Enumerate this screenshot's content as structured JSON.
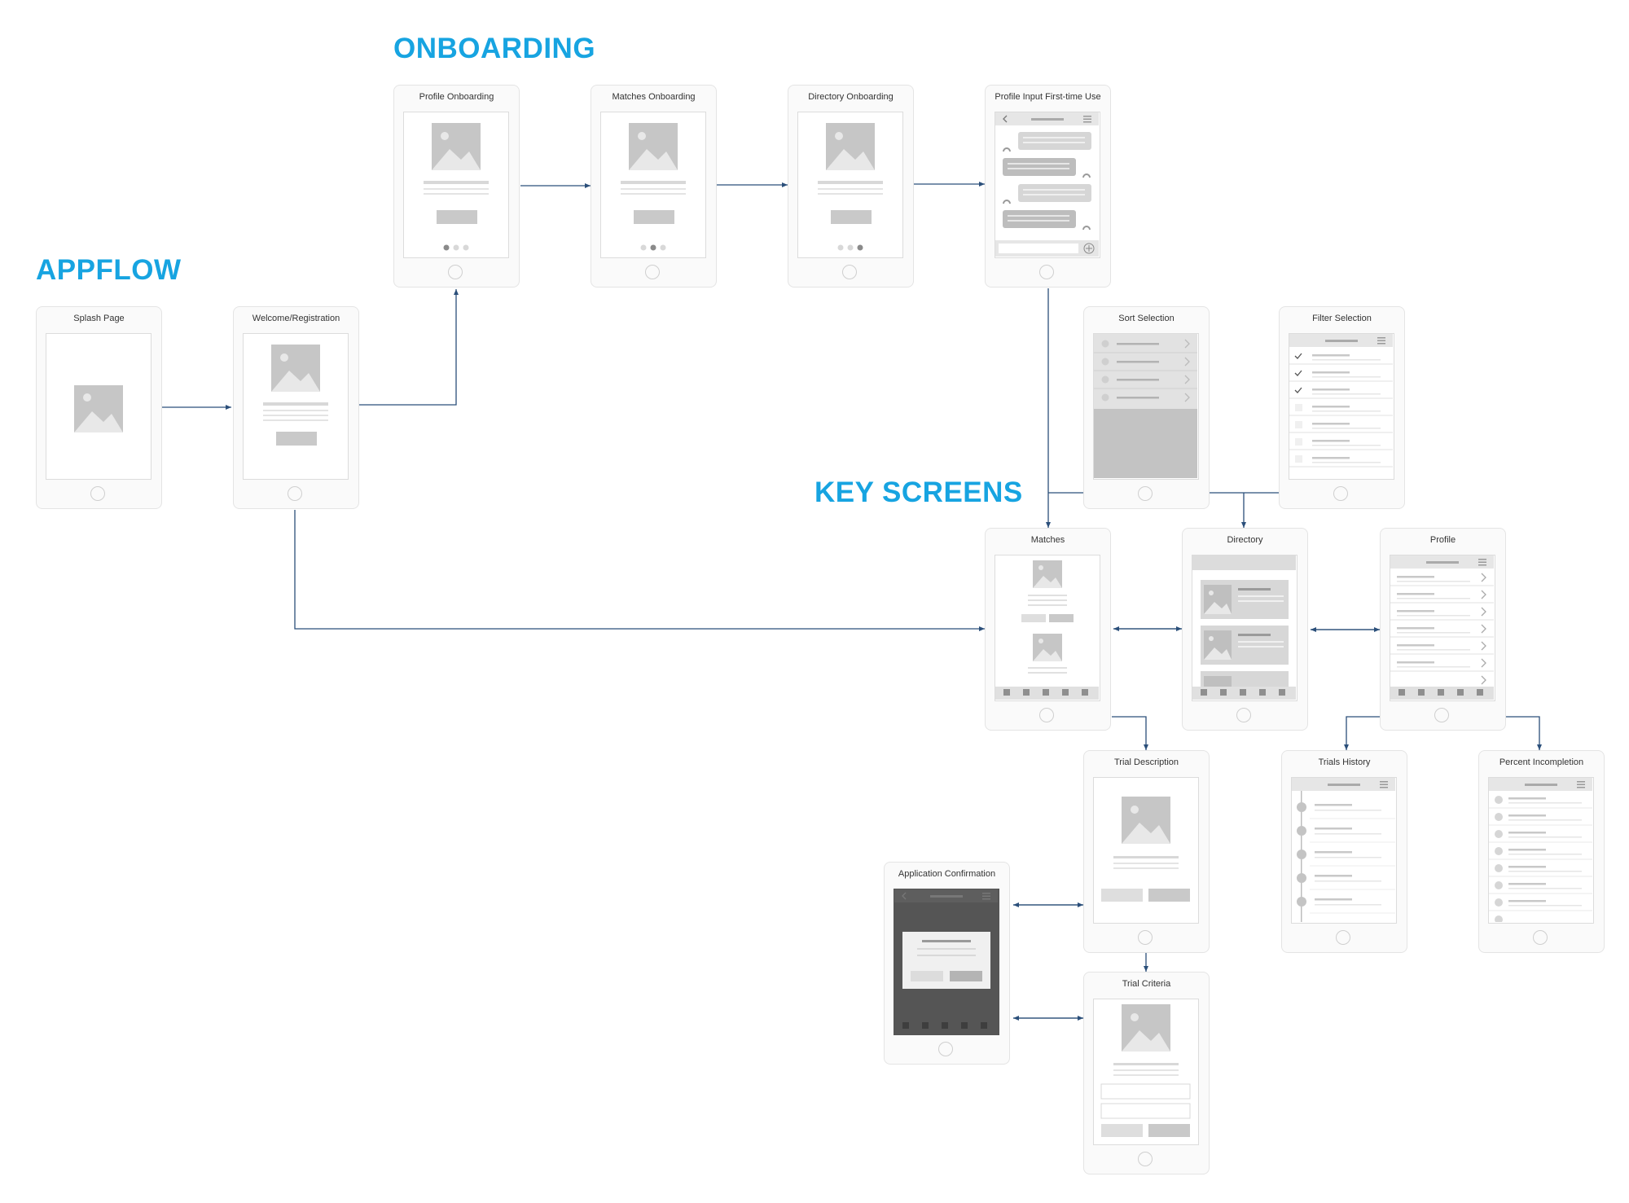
{
  "headings": {
    "onboarding": "ONBOARDING",
    "appflow": "APPFLOW",
    "key_screens": "KEY SCREENS"
  },
  "colors": {
    "heading": "#17a4e1",
    "connector": "#2b4f7a",
    "wire_fill": "#d0d0d0",
    "dark_overlay": "#555555"
  },
  "screens": {
    "splash": {
      "label": "Splash Page"
    },
    "welcome": {
      "label": "Welcome/Registration"
    },
    "profile_onboarding": {
      "label": "Profile Onboarding"
    },
    "matches_onboarding": {
      "label": "Matches Onboarding"
    },
    "directory_onboarding": {
      "label": "Directory Onboarding"
    },
    "profile_input": {
      "label": "Profile Input First-time Use"
    },
    "sort_selection": {
      "label": "Sort Selection"
    },
    "filter_selection": {
      "label": "Filter Selection"
    },
    "matches": {
      "label": "Matches"
    },
    "directory": {
      "label": "Directory"
    },
    "profile": {
      "label": "Profile"
    },
    "trial_description": {
      "label": "Trial Description"
    },
    "trials_history": {
      "label": "Trials History"
    },
    "percent_incompletion": {
      "label": "Percent Incompletion"
    },
    "application_confirmation": {
      "label": "Application Confirmation"
    },
    "trial_criteria": {
      "label": "Trial Criteria"
    }
  }
}
